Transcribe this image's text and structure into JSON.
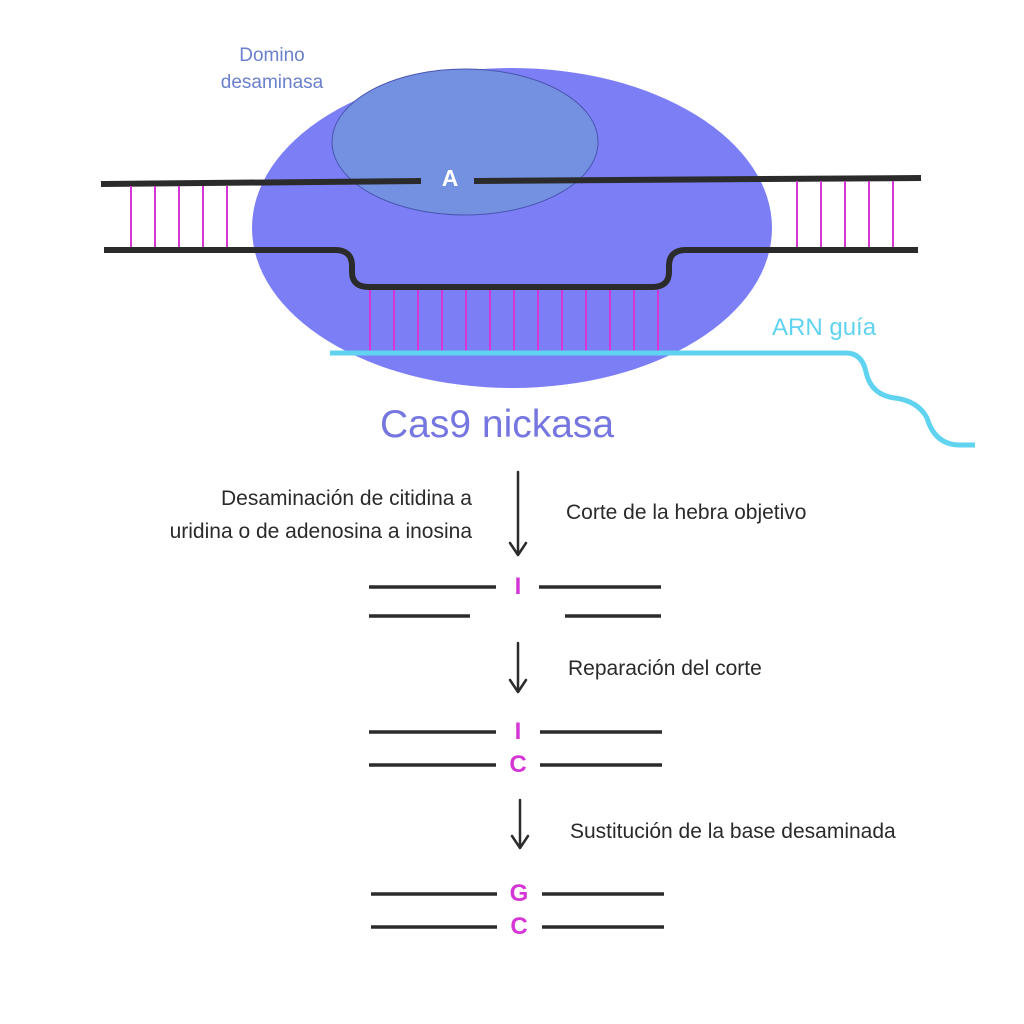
{
  "domain_label_line1": "Domino",
  "domain_label_line2": "desaminasa",
  "guide_rna_label": "ARN guía",
  "enzyme_label": "Cas9 nickasa",
  "target_base": "A",
  "step_deamination_line1": "Desaminación de citidina a",
  "step_deamination_line2": "uridina o de adenosina a inosina",
  "step_cut": "Corte de la hebra objetivo",
  "step_repair": "Reparación del corte",
  "step_substitution": "Sustitución de la base desaminada",
  "stage1_top_base": "I",
  "stage2_top_base": "I",
  "stage2_bottom_base": "C",
  "stage3_top_base": "G",
  "stage3_bottom_base": "C",
  "colors": {
    "enzyme": "#7b7ef5",
    "deaminase": "#7391e0",
    "dna": "#2b2b2b",
    "base_pairs": "#d535d5",
    "guide_rna": "#5fd3ef"
  }
}
